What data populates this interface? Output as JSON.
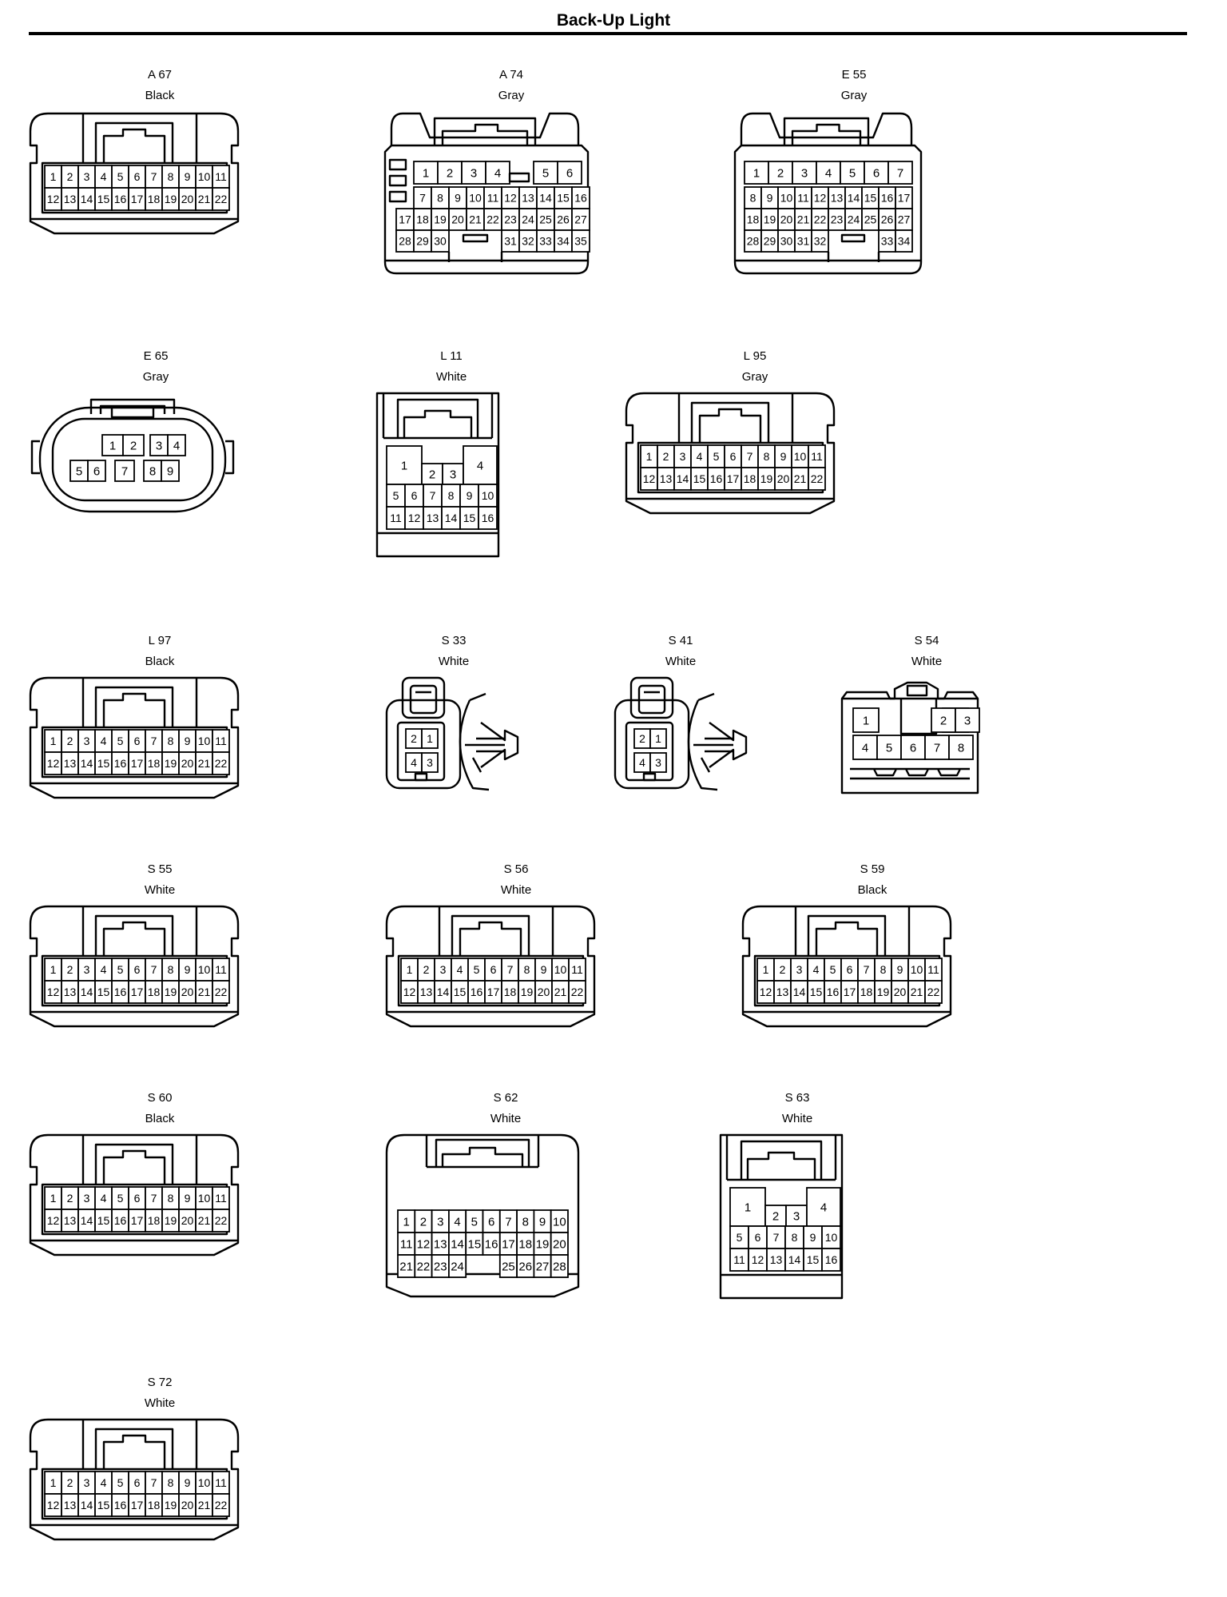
{
  "title": "Back-Up Light",
  "connectors": [
    {
      "id": "A 67",
      "color": "Black",
      "style": "std22",
      "pins": [
        "1",
        "2",
        "3",
        "4",
        "5",
        "6",
        "7",
        "8",
        "9",
        "10",
        "11",
        "12",
        "13",
        "14",
        "15",
        "16",
        "17",
        "18",
        "19",
        "20",
        "21",
        "22"
      ]
    },
    {
      "id": "A 74",
      "color": "Gray",
      "style": "large35",
      "pins": [
        "1",
        "2",
        "3",
        "4",
        "5",
        "6",
        "7",
        "8",
        "9",
        "10",
        "11",
        "12",
        "13",
        "14",
        "15",
        "16",
        "17",
        "18",
        "19",
        "20",
        "21",
        "22",
        "23",
        "24",
        "25",
        "26",
        "27",
        "28",
        "29",
        "30",
        "31",
        "32",
        "33",
        "34",
        "35"
      ]
    },
    {
      "id": "E 55",
      "color": "Gray",
      "style": "large34",
      "pins": [
        "1",
        "2",
        "3",
        "4",
        "5",
        "6",
        "7",
        "8",
        "9",
        "10",
        "11",
        "12",
        "13",
        "14",
        "15",
        "16",
        "17",
        "18",
        "19",
        "20",
        "21",
        "22",
        "23",
        "24",
        "25",
        "26",
        "27",
        "28",
        "29",
        "30",
        "31",
        "32",
        "33",
        "34"
      ]
    },
    {
      "id": "E 65",
      "color": "Gray",
      "style": "oval9",
      "pins": [
        "1",
        "2",
        "3",
        "4",
        "5",
        "6",
        "7",
        "8",
        "9"
      ]
    },
    {
      "id": "L 11",
      "color": "White",
      "style": "tall16",
      "pins": [
        "1",
        "2",
        "3",
        "4",
        "5",
        "6",
        "7",
        "8",
        "9",
        "10",
        "11",
        "12",
        "13",
        "14",
        "15",
        "16"
      ]
    },
    {
      "id": "L 95",
      "color": "Gray",
      "style": "std22",
      "pins": [
        "1",
        "2",
        "3",
        "4",
        "5",
        "6",
        "7",
        "8",
        "9",
        "10",
        "11",
        "12",
        "13",
        "14",
        "15",
        "16",
        "17",
        "18",
        "19",
        "20",
        "21",
        "22"
      ]
    },
    {
      "id": "L 97",
      "color": "Black",
      "style": "std22",
      "pins": [
        "1",
        "2",
        "3",
        "4",
        "5",
        "6",
        "7",
        "8",
        "9",
        "10",
        "11",
        "12",
        "13",
        "14",
        "15",
        "16",
        "17",
        "18",
        "19",
        "20",
        "21",
        "22"
      ]
    },
    {
      "id": "S 33",
      "color": "White",
      "style": "small4",
      "pins": [
        "2",
        "1",
        "4",
        "3"
      ]
    },
    {
      "id": "S 41",
      "color": "White",
      "style": "small4",
      "pins": [
        "2",
        "1",
        "4",
        "3"
      ]
    },
    {
      "id": "S 54",
      "color": "White",
      "style": "med8",
      "pins": [
        "1",
        "2",
        "3",
        "4",
        "5",
        "6",
        "7",
        "8"
      ]
    },
    {
      "id": "S 55",
      "color": "White",
      "style": "std22",
      "pins": [
        "1",
        "2",
        "3",
        "4",
        "5",
        "6",
        "7",
        "8",
        "9",
        "10",
        "11",
        "12",
        "13",
        "14",
        "15",
        "16",
        "17",
        "18",
        "19",
        "20",
        "21",
        "22"
      ]
    },
    {
      "id": "S 56",
      "color": "White",
      "style": "std22",
      "pins": [
        "1",
        "2",
        "3",
        "4",
        "5",
        "6",
        "7",
        "8",
        "9",
        "10",
        "11",
        "12",
        "13",
        "14",
        "15",
        "16",
        "17",
        "18",
        "19",
        "20",
        "21",
        "22"
      ]
    },
    {
      "id": "S 59",
      "color": "Black",
      "style": "std22",
      "pins": [
        "1",
        "2",
        "3",
        "4",
        "5",
        "6",
        "7",
        "8",
        "9",
        "10",
        "11",
        "12",
        "13",
        "14",
        "15",
        "16",
        "17",
        "18",
        "19",
        "20",
        "21",
        "22"
      ]
    },
    {
      "id": "S 60",
      "color": "Black",
      "style": "std22",
      "pins": [
        "1",
        "2",
        "3",
        "4",
        "5",
        "6",
        "7",
        "8",
        "9",
        "10",
        "11",
        "12",
        "13",
        "14",
        "15",
        "16",
        "17",
        "18",
        "19",
        "20",
        "21",
        "22"
      ]
    },
    {
      "id": "S 62",
      "color": "White",
      "style": "wide28",
      "pins": [
        "1",
        "2",
        "3",
        "4",
        "5",
        "6",
        "7",
        "8",
        "9",
        "10",
        "11",
        "12",
        "13",
        "14",
        "15",
        "16",
        "17",
        "18",
        "19",
        "20",
        "21",
        "22",
        "23",
        "24",
        "25",
        "26",
        "27",
        "28"
      ]
    },
    {
      "id": "S 63",
      "color": "White",
      "style": "tall16",
      "pins": [
        "1",
        "2",
        "3",
        "4",
        "5",
        "6",
        "7",
        "8",
        "9",
        "10",
        "11",
        "12",
        "13",
        "14",
        "15",
        "16"
      ]
    },
    {
      "id": "S 72",
      "color": "White",
      "style": "std22",
      "pins": [
        "1",
        "2",
        "3",
        "4",
        "5",
        "6",
        "7",
        "8",
        "9",
        "10",
        "11",
        "12",
        "13",
        "14",
        "15",
        "16",
        "17",
        "18",
        "19",
        "20",
        "21",
        "22"
      ]
    }
  ]
}
